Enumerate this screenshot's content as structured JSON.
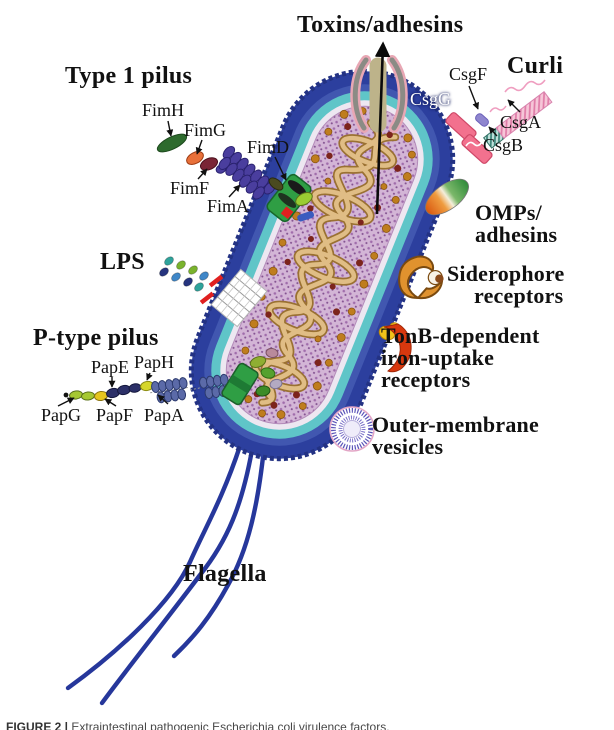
{
  "labels": {
    "toxins_adhesins": "Toxins/adhesins",
    "type1_pilus": "Type 1 pilus",
    "curli": "Curli",
    "fim_h": "FimH",
    "fim_g": "FimG",
    "fim_d": "FimD",
    "fim_f": "FimF",
    "fim_a": "FimA",
    "csg_f": "CsgF",
    "csg_g": "CsgG",
    "csg_a": "CsgA",
    "csg_b": "CsgB",
    "omps_line1": "OMPs/",
    "omps_line2": "adhesins",
    "siderophore_line1": "Siderophore",
    "siderophore_line2": "receptors",
    "tonb_line1": "TonB-dependent",
    "tonb_line2": "iron-uptake",
    "tonb_line3": "receptors",
    "omv_line1": "Outer-membrane",
    "omv_line2": "vesicles",
    "lps": "LPS",
    "p_type_pilus": "P-type pilus",
    "pap_e": "PapE",
    "pap_h": "PapH",
    "pap_g": "PapG",
    "pap_f": "PapF",
    "pap_a": "PapA",
    "flagella": "Flagella"
  },
  "caption": {
    "prefix": "FIGURE 2 |",
    "text": " Extraintestinal pathogenic Escherichia coli virulence factors."
  },
  "colors": {
    "outer_membrane_blue": "#2c3f9e",
    "inner_membrane_blue": "#4157b0",
    "peptidoglycan_teal": "#5fc5c8",
    "periplasm_pale": "#ede7f1",
    "cytoplasm_purple": "#d3b5d6",
    "nucleoid_tan": "#e0bd85",
    "granule_gold": "#bf7d1e",
    "granule_maroon": "#7c241c",
    "pilus_purple": "#4a3e9e",
    "usher_green": "#2f9e44",
    "curli_pink": "#f2718e",
    "lps_red": "#e02020",
    "tonb_red": "#d8380e",
    "siderophore_tan": "#e0922e",
    "label_black": "#111111",
    "csgg_label_white": "#ffffff"
  }
}
